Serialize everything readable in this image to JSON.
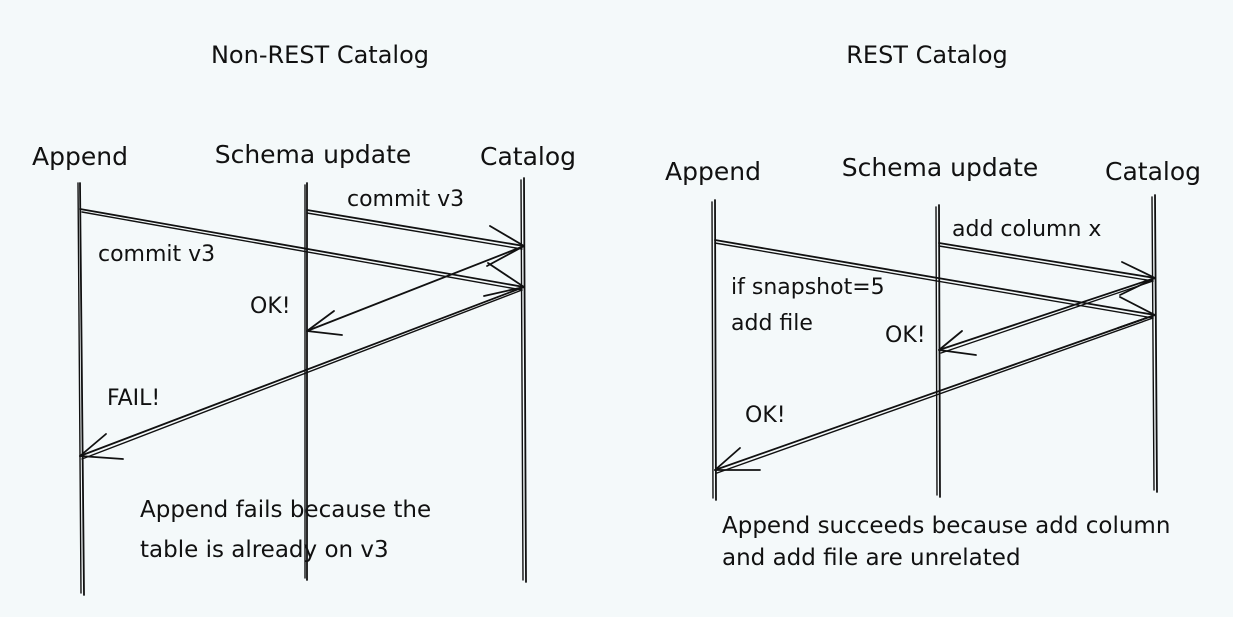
{
  "left": {
    "title": "Non-REST Catalog",
    "actors": {
      "append": "Append",
      "schema": "Schema update",
      "catalog": "Catalog"
    },
    "messages": {
      "schema_commit": "commit v3",
      "append_commit": "commit v3",
      "ok": "OK!",
      "fail": "FAIL!"
    },
    "note": [
      "Append fails because the",
      "table is already on v3"
    ]
  },
  "right": {
    "title": "REST Catalog",
    "actors": {
      "append": "Append",
      "schema": "Schema update",
      "catalog": "Catalog"
    },
    "messages": {
      "schema_req": "add column x",
      "append_req": [
        "if snapshot=5",
        "add file"
      ],
      "ok_schema": "OK!",
      "ok_append": "OK!"
    },
    "note": [
      "Append succeeds because add column",
      "and add file are unrelated"
    ]
  }
}
